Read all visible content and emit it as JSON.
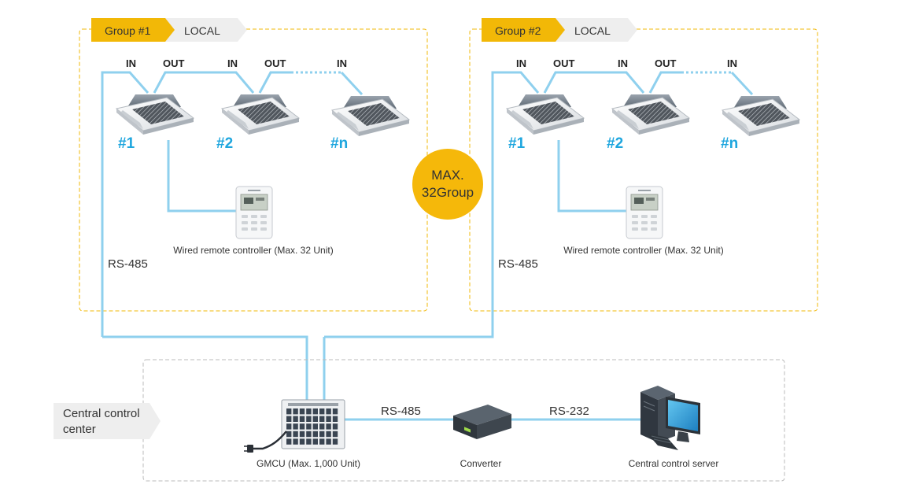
{
  "groups": [
    {
      "tag": "Group #1",
      "mode": "LOCAL",
      "ports": [
        "IN",
        "OUT",
        "IN",
        "OUT",
        "IN"
      ],
      "units": [
        "#1",
        "#2",
        "#n"
      ],
      "remote_label": "Wired remote controller (Max. 32 Unit)",
      "bus_label": "RS-485"
    },
    {
      "tag": "Group #2",
      "mode": "LOCAL",
      "ports": [
        "IN",
        "OUT",
        "IN",
        "OUT",
        "IN"
      ],
      "units": [
        "#1",
        "#2",
        "#n"
      ],
      "remote_label": "Wired remote controller (Max. 32 Unit)",
      "bus_label": "RS-485"
    }
  ],
  "max_badge": {
    "line1": "MAX.",
    "line2": "32Group"
  },
  "center": {
    "tag_line1": "Central control",
    "tag_line2": "center",
    "gmcu_label": "GMCU (Max. 1,000 Unit)",
    "converter_label": "Converter",
    "server_label": "Central control server",
    "link1_label": "RS-485",
    "link2_label": "RS-232"
  },
  "colors": {
    "group_tag": "#f2b807",
    "local_tag": "#eeeeee",
    "badge": "#f5b80a",
    "wire": "#8fd0ee",
    "unit_number": "#1ea6de",
    "group_border": "#f2b807",
    "center_border": "#bbbbbb"
  }
}
